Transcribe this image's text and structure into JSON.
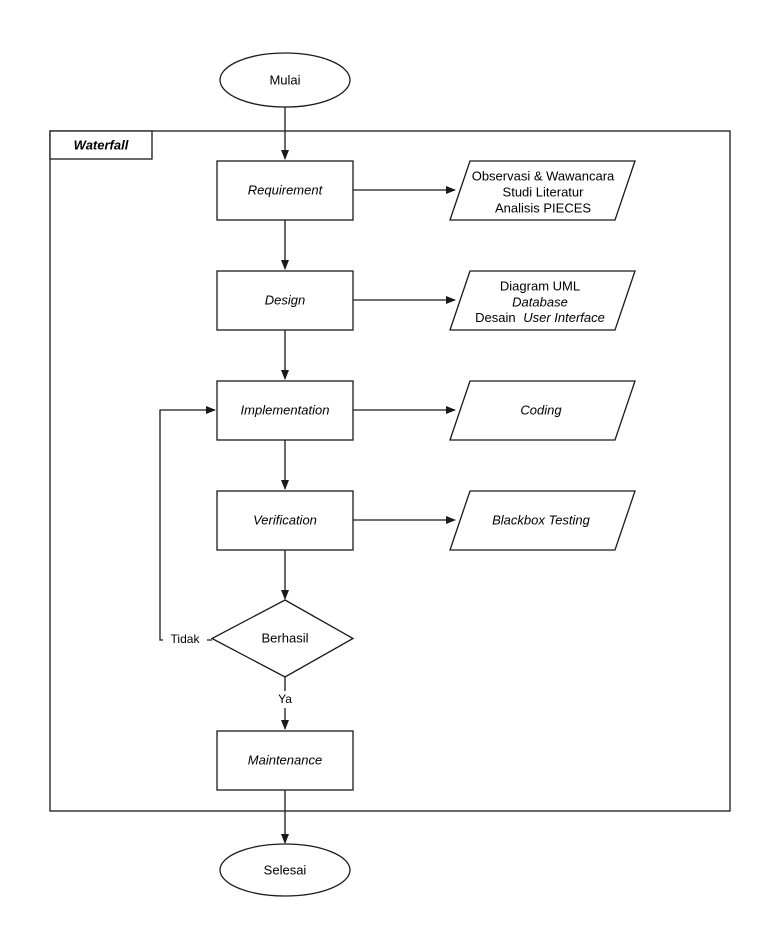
{
  "diagram": {
    "title_label": "Waterfall",
    "nodes": {
      "start": {
        "label": "Mulai",
        "shape": "ellipse"
      },
      "requirement": {
        "label": "Requirement",
        "shape": "process"
      },
      "design": {
        "label": "Design",
        "shape": "process"
      },
      "implementation": {
        "label": "Implementation",
        "shape": "process"
      },
      "verification": {
        "label": "Verification",
        "shape": "process"
      },
      "decision": {
        "label": "Berhasil",
        "shape": "diamond"
      },
      "maintenance": {
        "label": "Maintenance",
        "shape": "process"
      },
      "end": {
        "label": "Selesai",
        "shape": "ellipse"
      }
    },
    "artifacts": {
      "requirement_output": {
        "shape": "parallelogram",
        "line1": "Observasi & Wawancara",
        "line2": "Studi Literatur",
        "line3": "Analisis PIECES"
      },
      "design_output": {
        "shape": "parallelogram",
        "line1": "Diagram UML",
        "line2": "Database",
        "line3_plain": "Desain",
        "line3_italic": "User Interface"
      },
      "implementation_output": {
        "shape": "parallelogram",
        "line1": "Coding"
      },
      "verification_output": {
        "shape": "parallelogram",
        "line1": "Blackbox Testing"
      }
    },
    "edge_labels": {
      "decision_no": "Tidak",
      "decision_yes": "Ya"
    },
    "colors": {
      "stroke": "#1a1a1a",
      "fill": "#ffffff",
      "text": "#000000",
      "background": "#ffffff"
    }
  }
}
